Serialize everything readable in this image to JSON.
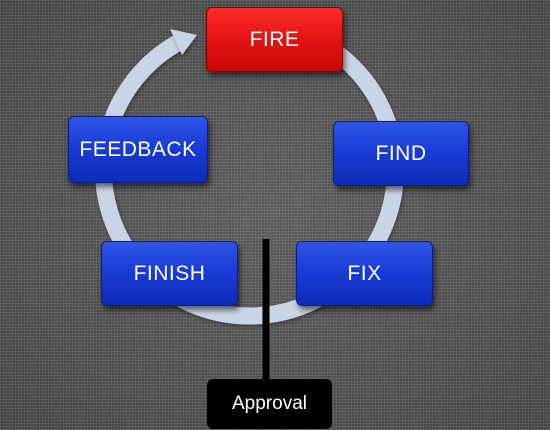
{
  "diagram": {
    "nodes": [
      {
        "id": "fire",
        "label": "FIRE",
        "color": "#e21414"
      },
      {
        "id": "find",
        "label": "FIND",
        "color": "#1a3cd6"
      },
      {
        "id": "fix",
        "label": "FIX",
        "color": "#1a3cd6"
      },
      {
        "id": "finish",
        "label": "FINISH",
        "color": "#1a3cd6"
      },
      {
        "id": "feedback",
        "label": "FEEDBACK",
        "color": "#1a3cd6"
      }
    ],
    "cycle_order": [
      "fire",
      "find",
      "fix",
      "finish",
      "feedback"
    ],
    "approval": {
      "label": "Approval"
    },
    "arrow_color": "#c9d4e6"
  }
}
